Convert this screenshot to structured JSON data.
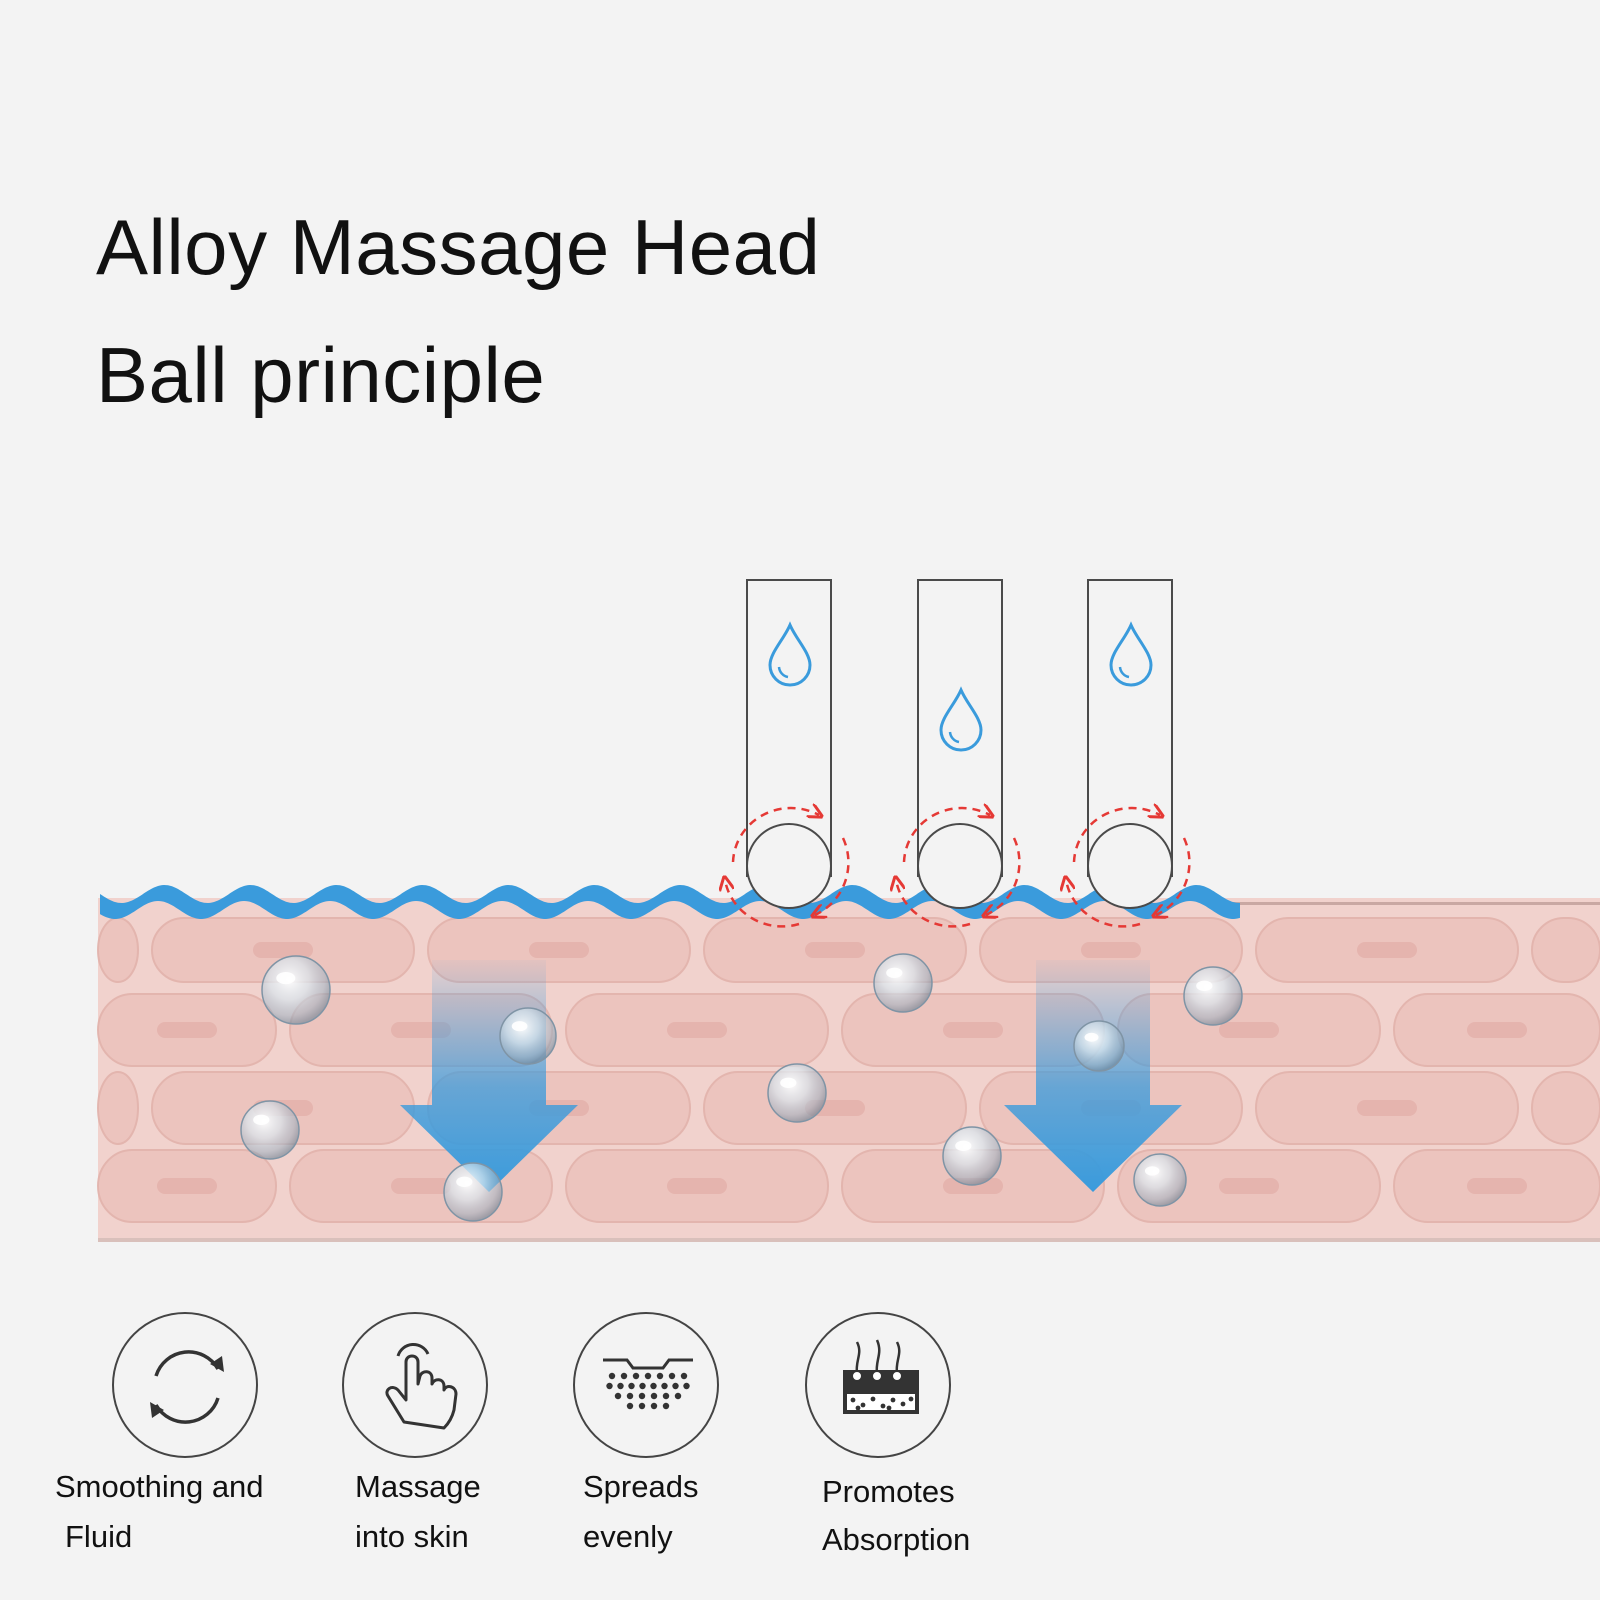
{
  "title_line1": "Alloy Massage Head",
  "title_line2": "Ball principle",
  "features": [
    {
      "icon": "circular-arrows-icon",
      "line1": "Smoothing and",
      "line2": "Fluid"
    },
    {
      "icon": "hand-tap-icon",
      "line1": "Massage",
      "line2": "into skin"
    },
    {
      "icon": "spread-dots-icon",
      "line1": "Spreads",
      "line2": "evenly"
    },
    {
      "icon": "skin-layers-icon",
      "line1": "Promotes",
      "line2": "Absorption"
    }
  ],
  "colors": {
    "background": "#f3f3f3",
    "water": "#3a9bdc",
    "skin": "#f1d2cd",
    "rotation_arrow": "#e53935"
  }
}
